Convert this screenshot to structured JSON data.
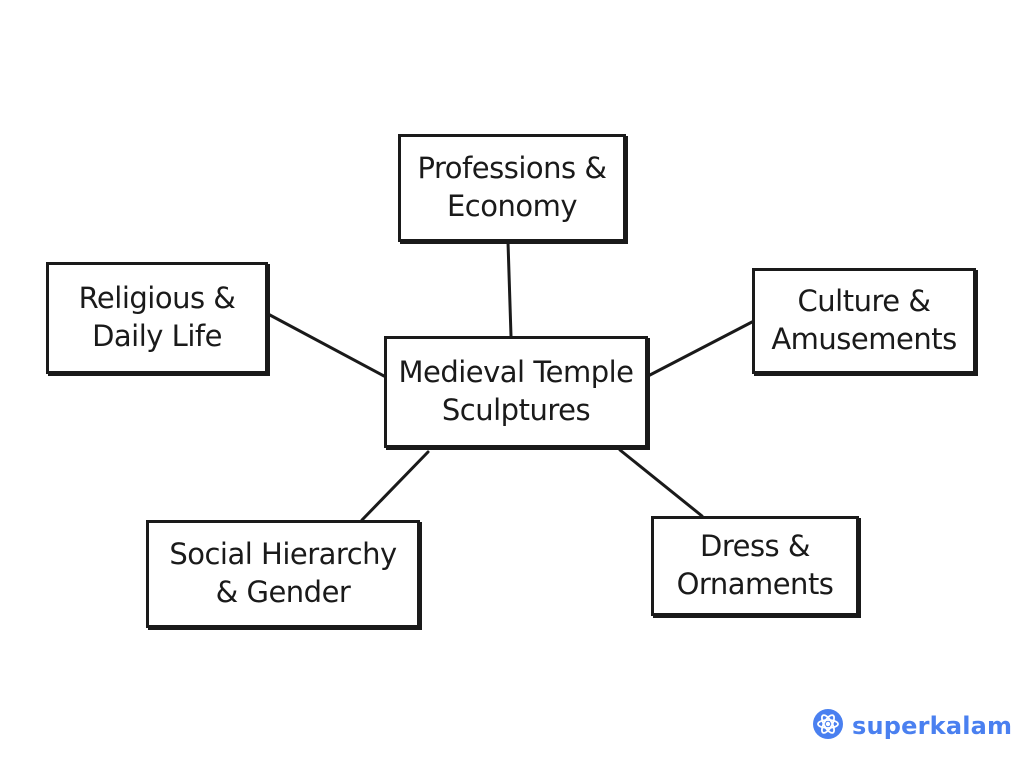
{
  "diagram": {
    "center": {
      "line1": "Medieval Temple",
      "line2": "Sculptures"
    },
    "branches": {
      "professions": {
        "line1": "Professions &",
        "line2": "Economy"
      },
      "religious": {
        "line1": "Religious &",
        "line2": "Daily Life"
      },
      "culture": {
        "line1": "Culture &",
        "line2": "Amusements"
      },
      "social": {
        "line1": "Social Hierarchy",
        "line2": "& Gender"
      },
      "dress": {
        "line1": "Dress &",
        "line2": "Ornaments"
      }
    }
  },
  "brand": {
    "name": "superkalam",
    "color": "#4a80f0",
    "icon": "atom-logo-icon"
  },
  "colors": {
    "ink": "#1a1a1a",
    "background": "#ffffff"
  }
}
